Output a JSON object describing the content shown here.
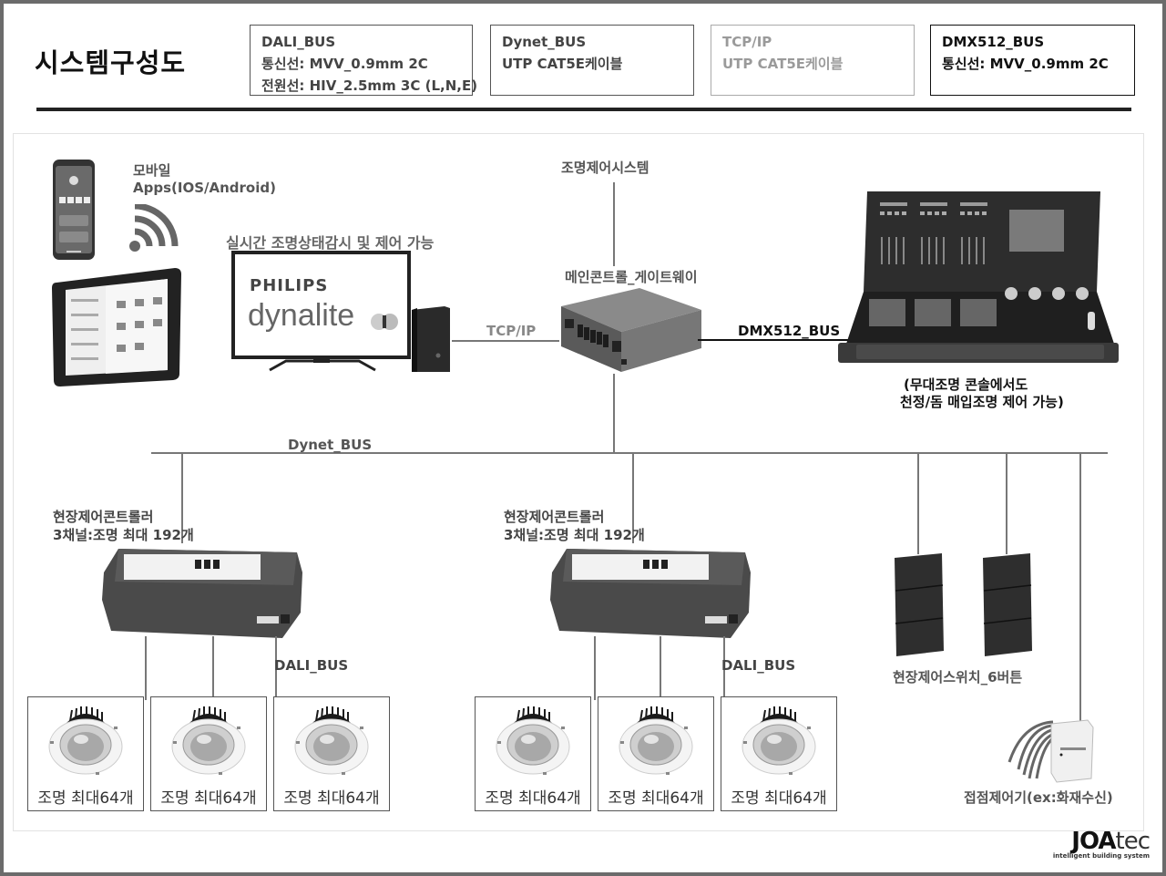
{
  "header": {
    "title": "시스템구성도",
    "legends": [
      {
        "name": "DALI_BUS",
        "lines": [
          "DALI_BUS",
          "통신선: MVV_0.9mm 2C",
          "전원선: HIV_2.5mm 3C (L,N,E)"
        ]
      },
      {
        "name": "Dynet_BUS",
        "lines": [
          "Dynet_BUS",
          "UTP CAT5E케이블"
        ]
      },
      {
        "name": "TCP/IP",
        "lines": [
          "TCP/IP",
          "UTP CAT5E케이블"
        ]
      },
      {
        "name": "DMX512_BUS",
        "lines": [
          "DMX512_BUS",
          "통신선: MVV_0.9mm 2C"
        ]
      }
    ]
  },
  "diagram": {
    "mobile_label": [
      "모바일",
      "Apps(IOS/Android)"
    ],
    "monitor_caption": "실시간 조명상태감시 및 제어 가능",
    "monitor_brand": "PHILIPS",
    "monitor_product": "dynalite",
    "system_label": "조명제어시스템",
    "gateway_label": "메인콘트롤_게이트웨이",
    "tcpip_label": "TCP/IP",
    "dmx_label": "DMX512_BUS",
    "console_caption": [
      "(무대조명 콘솔에서도",
      "천정/돔 매입조명 제어 가능)"
    ],
    "dynet_label": "Dynet_BUS",
    "controllers": [
      {
        "title": "현장제어콘트롤러",
        "subtitle": "3채널:조명 최대 192개",
        "bus_label": "DALI_BUS",
        "lamps": [
          "조명 최대64개",
          "조명 최대64개",
          "조명 최대64개"
        ]
      },
      {
        "title": "현장제어콘트롤러",
        "subtitle": "3채널:조명 최대 192개",
        "bus_label": "DALI_BUS",
        "lamps": [
          "조명 최대64개",
          "조명 최대64개",
          "조명 최대64개"
        ]
      }
    ],
    "switch_label": "현장제어스위치_6버튼",
    "contact_label": "접점제어기(ex:화재수신)"
  },
  "logo": {
    "main_bold": "JOA",
    "main_light": "tec",
    "tagline": "intelligent building system"
  }
}
